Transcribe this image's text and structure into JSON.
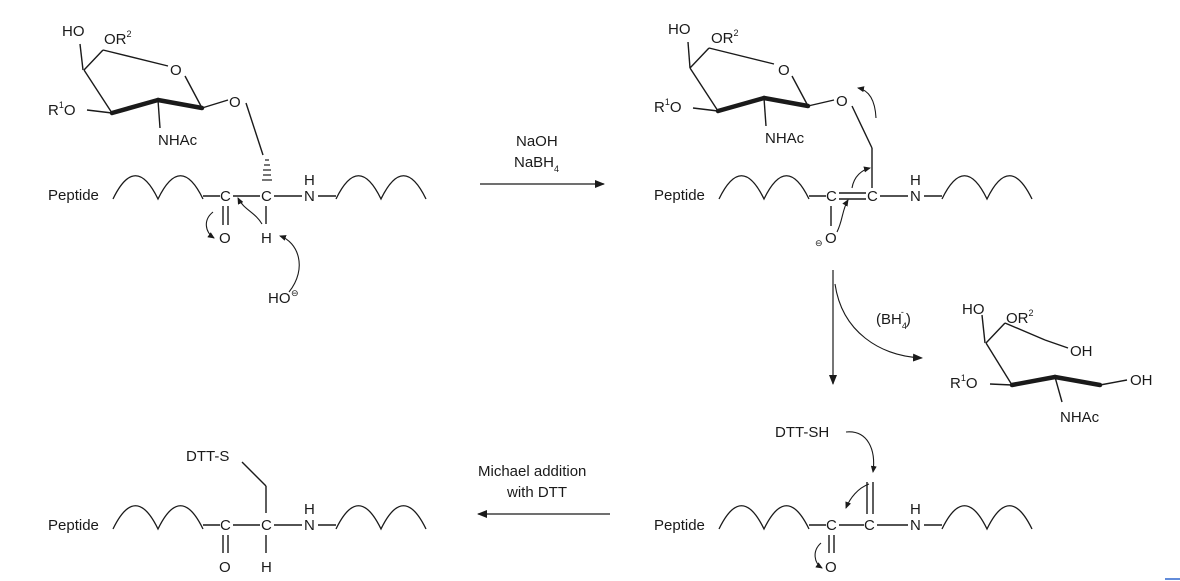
{
  "labels": {
    "peptide": "Peptide",
    "ho": "HO",
    "or2": "OR",
    "r1o": "R",
    "r1o_tail": "O",
    "sup_1": "1",
    "sup_2": "2",
    "ring_o": "O",
    "glyco_o": "O",
    "nhac": "NHAc",
    "carbon": "C",
    "oxygen": "O",
    "hydrogen": "H",
    "nitrogen": "N",
    "hydroxide": "HO",
    "oh": "OH",
    "dtt_sh": "DTT-SH",
    "dtt_s": "DTT-S",
    "bh4_open": "(BH",
    "bh4_sub": "4",
    "bh4_close": ")",
    "minus": "-"
  },
  "step1": {
    "reagent1": "NaOH",
    "reagent2_main": "NaBH",
    "reagent2_sub": "4"
  },
  "step3": {
    "line1": "Michael addition",
    "line2": "with DTT"
  }
}
